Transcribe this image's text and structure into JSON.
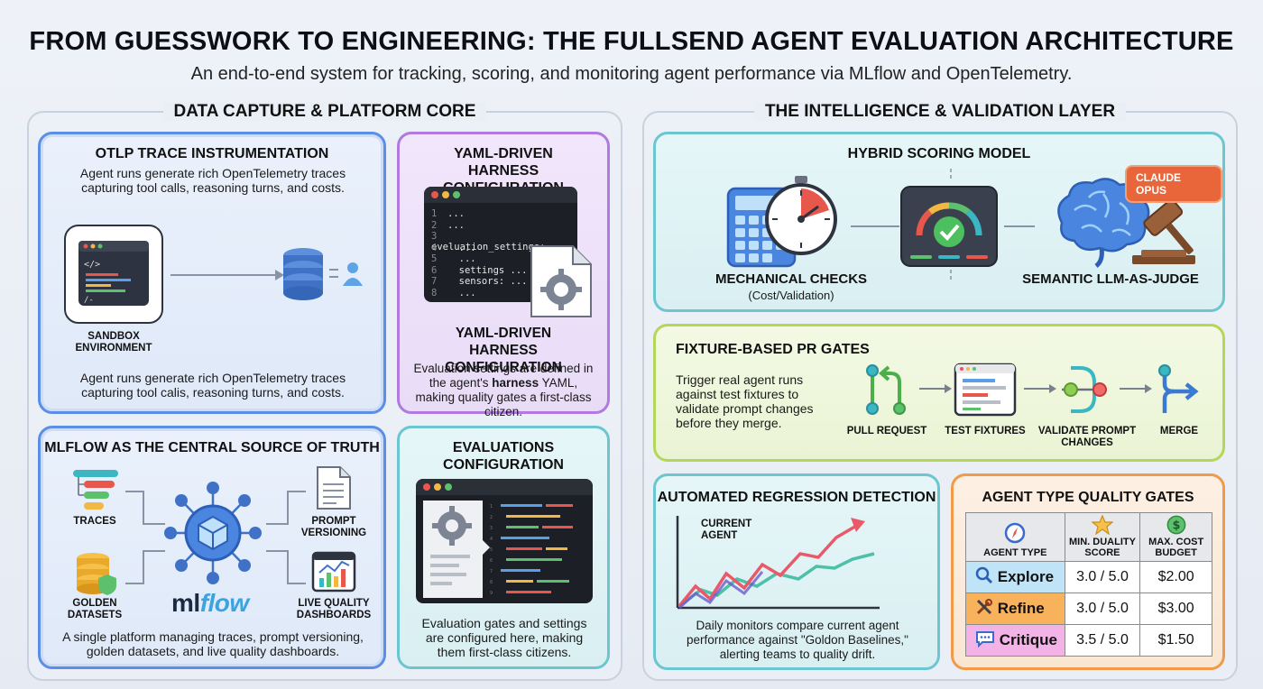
{
  "header": {
    "title": "FROM GUESSWORK TO ENGINEERING: THE FULLSEND AGENT EVALUATION ARCHITECTURE",
    "subtitle": "An end-to-end system for tracking, scoring, and monitoring agent performance via MLflow and OpenTelemetry."
  },
  "left_section": {
    "title": "DATA CAPTURE & PLATFORM CORE",
    "otlp": {
      "title": "OTLP TRACE INSTRUMENTATION",
      "text_top": "Agent runs generate rich OpenTelemetry traces capturing tool calls, reasoning turns, and costs.",
      "sandbox_label": "SANDBOX ENVIRONMENT",
      "text_bottom": "Agent runs generate rich OpenTelemetry traces capturing tool calis, reasoning turns, and costs."
    },
    "yaml": {
      "title_top": "YAML-DRIVEN HARNESS CONFIGURATION",
      "code_lines": [
        {
          "n": "1",
          "t": "..."
        },
        {
          "n": "2",
          "t": "..."
        },
        {
          "n": "3",
          "t": "eveluation_settings: ..."
        },
        {
          "n": "4",
          "t": "  ..."
        },
        {
          "n": "5",
          "t": "  ..."
        },
        {
          "n": "6",
          "t": "  settings ..."
        },
        {
          "n": "7",
          "t": "  sensors: ..."
        },
        {
          "n": "8",
          "t": "  ..."
        }
      ],
      "title_bottom": "YAML-DRIVEN HARNESS CONFIGURATION",
      "text_a": "Evaluation settings are defined in the agent's",
      "text_bold": "harness",
      "text_b": "YAML, making quality gates a first-class citizen."
    },
    "mlflow": {
      "title": "MLFLOW AS THE CENTRAL SOURCE OF TRUTH",
      "traces_label": "TRACES",
      "golden_label": "GOLDEN DATASETS",
      "prompt_label": "PROMPT VERSIONING",
      "dash_label": "LIVE QUALITY DASHBOARDS",
      "logo_ml": "ml",
      "logo_flow": "flow",
      "text": "A single platform managing traces, prompt versioning, golden datasets, and live quality dashboards."
    },
    "evals": {
      "title": "EVALUATIONS CONFIGURATION",
      "text": "Evaluation gates and settings are configured here, making them first-class citizens."
    }
  },
  "right_section": {
    "title": "THE INTELLIGENCE & VALIDATION LAYER",
    "hybrid": {
      "title": "HYBRID SCORING MODEL",
      "mech_label": "MECHANICAL CHECKS",
      "mech_sub": "(Cost/Validation)",
      "semantic_label": "SEMANTIC LLM-AS-JUDGE",
      "badge": "CLAUDE OPUS"
    },
    "fixture": {
      "title": "FIXTURE-BASED PR GATES",
      "text": "Trigger real agent runs against test fixtures to validate prompt changes before they merge.",
      "steps": [
        "PULL REQUEST",
        "TEST FIXTURES",
        "VALIDATE PROMPT CHANGES",
        "MERGE"
      ]
    },
    "regression": {
      "title": "AUTOMATED REGRESSION DETECTION",
      "chart_label": "CURRENT AGENT",
      "text": "Daily monitors compare current agent performance against \"Goldon Baselines,\" alerting teams to quality drift."
    },
    "quality_gates": {
      "title": "AGENT TYPE QUALITY GATES",
      "headers": [
        "AGENT TYPE",
        "MIN. DUALITY SCORE",
        "MAX. COST BUDGET"
      ],
      "rows": [
        {
          "agent": "Explore",
          "score": "3.0 / 5.0",
          "cost": "$2.00",
          "color": "#bfe4f7"
        },
        {
          "agent": "Refine",
          "score": "3.0 / 5.0",
          "cost": "$3.00",
          "color": "#f9b25c"
        },
        {
          "agent": "Critique",
          "score": "3.5 / 5.0",
          "cost": "$1.50",
          "color": "#f3b3e6"
        }
      ]
    }
  },
  "colors": {
    "blue": "#5b8ee6",
    "purple": "#b07ae0",
    "teal": "#6cc6cf",
    "green": "#b5d65a",
    "orange": "#f09a4a"
  }
}
